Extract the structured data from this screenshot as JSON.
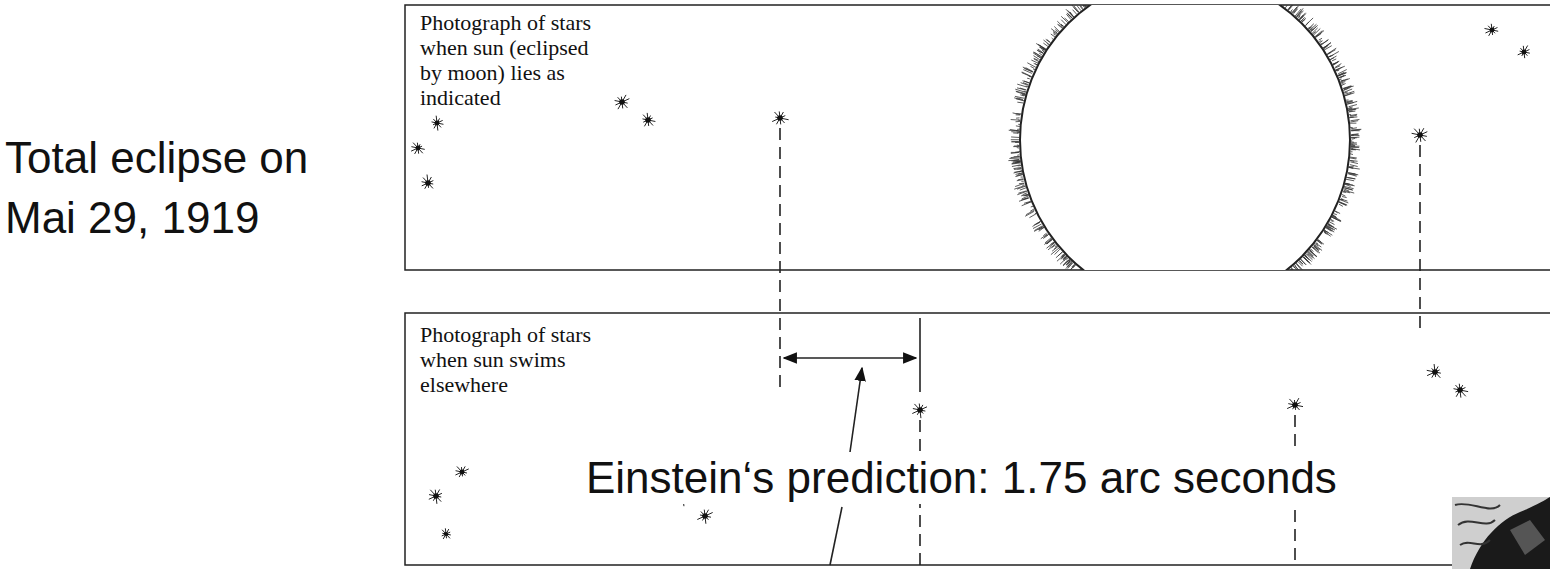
{
  "diagram": {
    "labels": [
      "Photograph of stars when sun (eclipsed by moon) lies as indicated",
      "Total eclipse on Mai 29, 1919",
      "Photograph of stars when sun swims elsewhere",
      "Einstein‘s prediction: 1.75 arc seconds"
    ]
  }
}
